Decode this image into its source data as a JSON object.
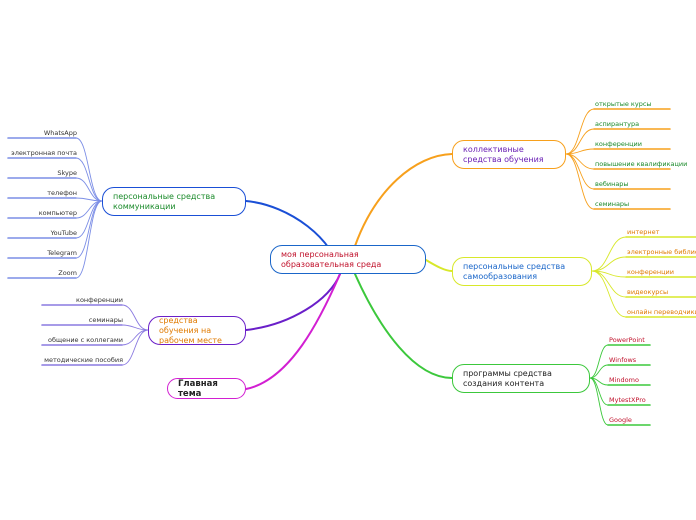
{
  "center": {
    "label": "моя персональная образовательная среда",
    "color": "#1a66c9",
    "text_color": "#c0102a"
  },
  "branches": {
    "communication": {
      "label": "персональные средства коммуникации",
      "color": "#1a4fd6",
      "text_color": "#1a8a2a",
      "leaf_color": "#7c8ee6",
      "leaves": [
        "WhatsApp",
        "электронная почта",
        "Skype",
        "телефон",
        "компьютер",
        "YouTube",
        "Telegram",
        "Zoom"
      ]
    },
    "workplace": {
      "label": "средства обучения на рабочем месте",
      "color": "#6a1fc9",
      "text_color": "#e07a00",
      "leaf_color": "#8a7ae0",
      "leaves": [
        "конференции",
        "семинары",
        "общение с коллегами",
        "методические пособия"
      ]
    },
    "main_topic": {
      "label": "Главная тема",
      "color": "#d21fd2",
      "text_color": "#222222"
    },
    "collective": {
      "label": "коллективные средства обучения",
      "color": "#f7a01c",
      "text_color": "#6a1fb5",
      "leaf_color": "#f7a01c",
      "leaf_text_color": "#1a8a2a",
      "leaves": [
        "открытые курсы",
        "аспирантура",
        "конференции",
        "повышение квалификации",
        "вебинары",
        "семинары"
      ]
    },
    "self_education": {
      "label": "персональные средства самообразования",
      "color": "#d8e82a",
      "text_color": "#1a66c9",
      "leaf_color": "#d8e82a",
      "leaf_text_color": "#e07a00",
      "leaves": [
        "интернет",
        "электронные библиотеки",
        "конференции",
        "видеокурсы",
        "онлайн переводчики"
      ]
    },
    "content": {
      "label": "программы средства создания контента",
      "color": "#3cc83c",
      "text_color": "#222222",
      "leaf_color": "#3cc83c",
      "leaf_text_color": "#c0102a",
      "leaves": [
        "PowerPoint",
        "Winfows",
        "Mindomo",
        "MytestXPro",
        "Google"
      ]
    }
  }
}
